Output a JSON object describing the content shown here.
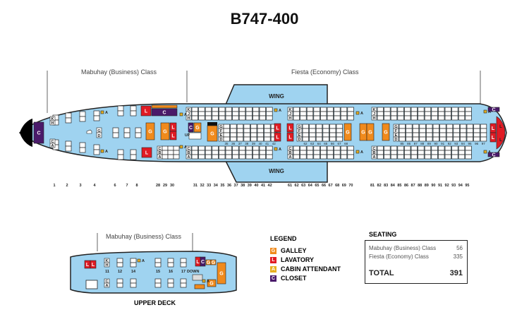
{
  "title": "B747-400",
  "main_deck": {
    "business_label": "Mabuhay (Business) Class",
    "economy_label": "Fiesta (Economy) Class",
    "wing_label": "WING",
    "up_label": "UP",
    "row_numbers": [
      "1",
      "2",
      "3",
      "4",
      "6",
      "7",
      "8",
      "28",
      "29",
      "30",
      "31",
      "32",
      "33",
      "34",
      "35",
      "36",
      "37",
      "38",
      "39",
      "40",
      "41",
      "42",
      "61",
      "62",
      "63",
      "64",
      "65",
      "66",
      "67",
      "68",
      "69",
      "70",
      "81",
      "82",
      "83",
      "84",
      "85",
      "86",
      "87",
      "88",
      "89",
      "90",
      "91",
      "92",
      "93",
      "94",
      "95"
    ],
    "inner_row_numbers": [
      "35",
      "36",
      "37",
      "38",
      "39",
      "40",
      "41",
      "42",
      "62",
      "63",
      "64",
      "65",
      "66",
      "67",
      "68",
      "85",
      "86",
      "87",
      "88",
      "89",
      "90",
      "91",
      "92",
      "93",
      "94",
      "95",
      "96",
      "97"
    ],
    "seat_letters_top": [
      "K",
      "J",
      "H"
    ],
    "seat_letters_mid": [
      "G",
      "F",
      "E",
      "D"
    ],
    "seat_letters_bot": [
      "C",
      "B",
      "A"
    ]
  },
  "upper_deck": {
    "business_label": "Mabuhay (Business) Class",
    "row_numbers": [
      "11",
      "12",
      "14",
      "15",
      "16",
      "17"
    ],
    "down_label": "DOWN",
    "deck_label": "UPPER DECK"
  },
  "legend": {
    "title": "LEGEND",
    "items": [
      {
        "code": "G",
        "label": "GALLEY",
        "color": "#f08a1c"
      },
      {
        "code": "L",
        "label": "LAVATORY",
        "color": "#e01b24"
      },
      {
        "code": "A",
        "label": "CABIN ATTENDANT",
        "color": "#e8b020"
      },
      {
        "code": "C",
        "label": "CLOSET",
        "color": "#4a1a6a"
      }
    ]
  },
  "seating": {
    "title": "SEATING",
    "rows": [
      {
        "label": "Mabuhay (Business) Class",
        "value": "56"
      },
      {
        "label": "Fiesta (Economy) Class",
        "value": "335"
      }
    ],
    "total_label": "TOTAL",
    "total_value": "391"
  },
  "colors": {
    "cabin": "#9fd3f0",
    "galley": "#f08a1c",
    "lavatory": "#e01b24",
    "attendant": "#e8b020",
    "closet": "#4a1a6a"
  }
}
